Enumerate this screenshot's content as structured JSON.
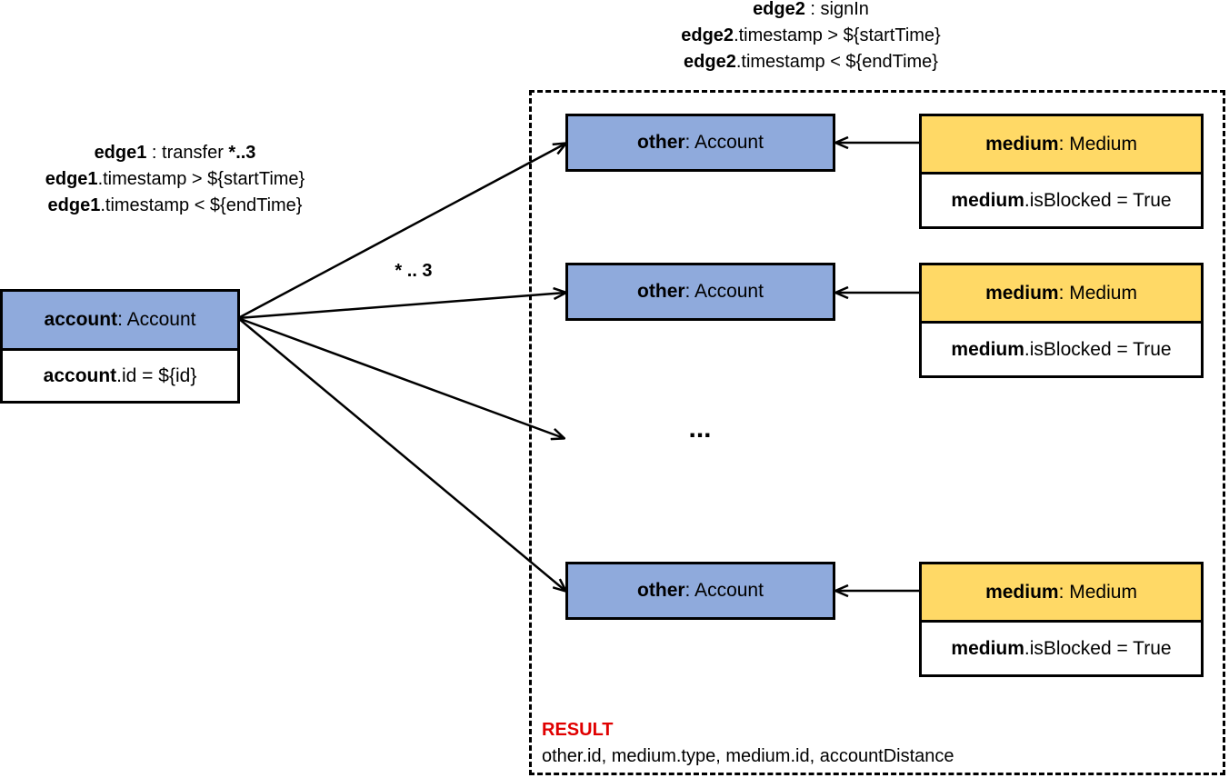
{
  "edge2_condition": {
    "line1": {
      "var": "edge2",
      "rest": " : signIn"
    },
    "line2": {
      "var": "edge2",
      "rest": ".timestamp > ${startTime}"
    },
    "line3": {
      "var": "edge2",
      "rest": ".timestamp < ${endTime}"
    }
  },
  "edge1_condition": {
    "line1": {
      "var": "edge1",
      "rest": " : transfer ",
      "bold_suffix": "*..3"
    },
    "line2": {
      "var": "edge1",
      "rest": ".timestamp > ${startTime}"
    },
    "line3": {
      "var": "edge1",
      "rest": ".timestamp < ${endTime}"
    }
  },
  "multiplicity_label": "* .. 3",
  "account_node": {
    "header_var": "account",
    "header_type": " : Account",
    "body_var": "account",
    "body_rest": ".id = ${id}",
    "color": "#8faadc"
  },
  "other_nodes": [
    {
      "var": "other",
      "type": " : Account"
    },
    {
      "var": "other",
      "type": " : Account"
    },
    {
      "var": "other",
      "type": " : Account"
    }
  ],
  "medium_nodes": [
    {
      "header_var": "medium",
      "header_type": " : Medium",
      "body_var": "medium",
      "body_rest": ".isBlocked = True"
    },
    {
      "header_var": "medium",
      "header_type": " : Medium",
      "body_var": "medium",
      "body_rest": ".isBlocked = True"
    },
    {
      "header_var": "medium",
      "header_type": " : Medium",
      "body_var": "medium",
      "body_rest": ".isBlocked = True"
    }
  ],
  "ellipsis": "...",
  "result": {
    "label": "RESULT",
    "text": "other.id, medium.type, medium.id, accountDistance",
    "label_color": "#e00000"
  },
  "colors": {
    "account": "#8faadc",
    "medium": "#ffd966"
  }
}
